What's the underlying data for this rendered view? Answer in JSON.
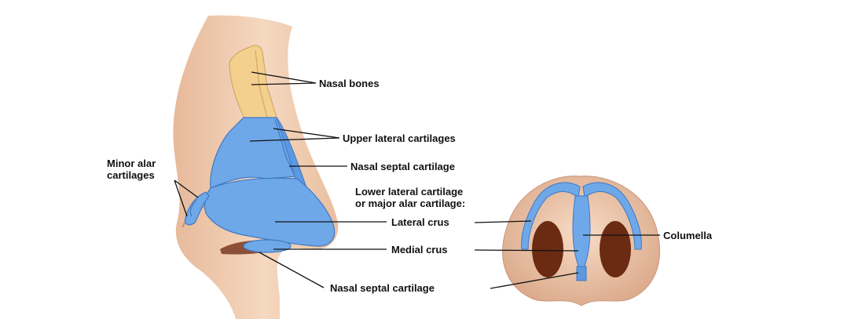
{
  "labels": {
    "nasal_bones": "Nasal bones",
    "upper_lateral_cartilages": "Upper lateral cartilages",
    "nasal_septal_cartilage_upper": "Nasal septal cartilage",
    "minor_alar_line1": "Minor alar",
    "minor_alar_line2": "cartilages",
    "lower_lateral_line1": "Lower lateral cartilage",
    "lower_lateral_line2": "or major alar cartilage:",
    "lateral_crus": "Lateral crus",
    "medial_crus": "Medial crus",
    "nasal_septal_cartilage_lower": "Nasal septal cartilage",
    "columella": "Columella"
  },
  "colors": {
    "skin": "#f2d0b4",
    "skin_shade": "#d9a98a",
    "bone": "#f3cf8c",
    "cartilage": "#6fa8e8",
    "cartilage_edge": "#3f78c4",
    "nostril": "#6b2a12",
    "leader_line": "#111111"
  }
}
